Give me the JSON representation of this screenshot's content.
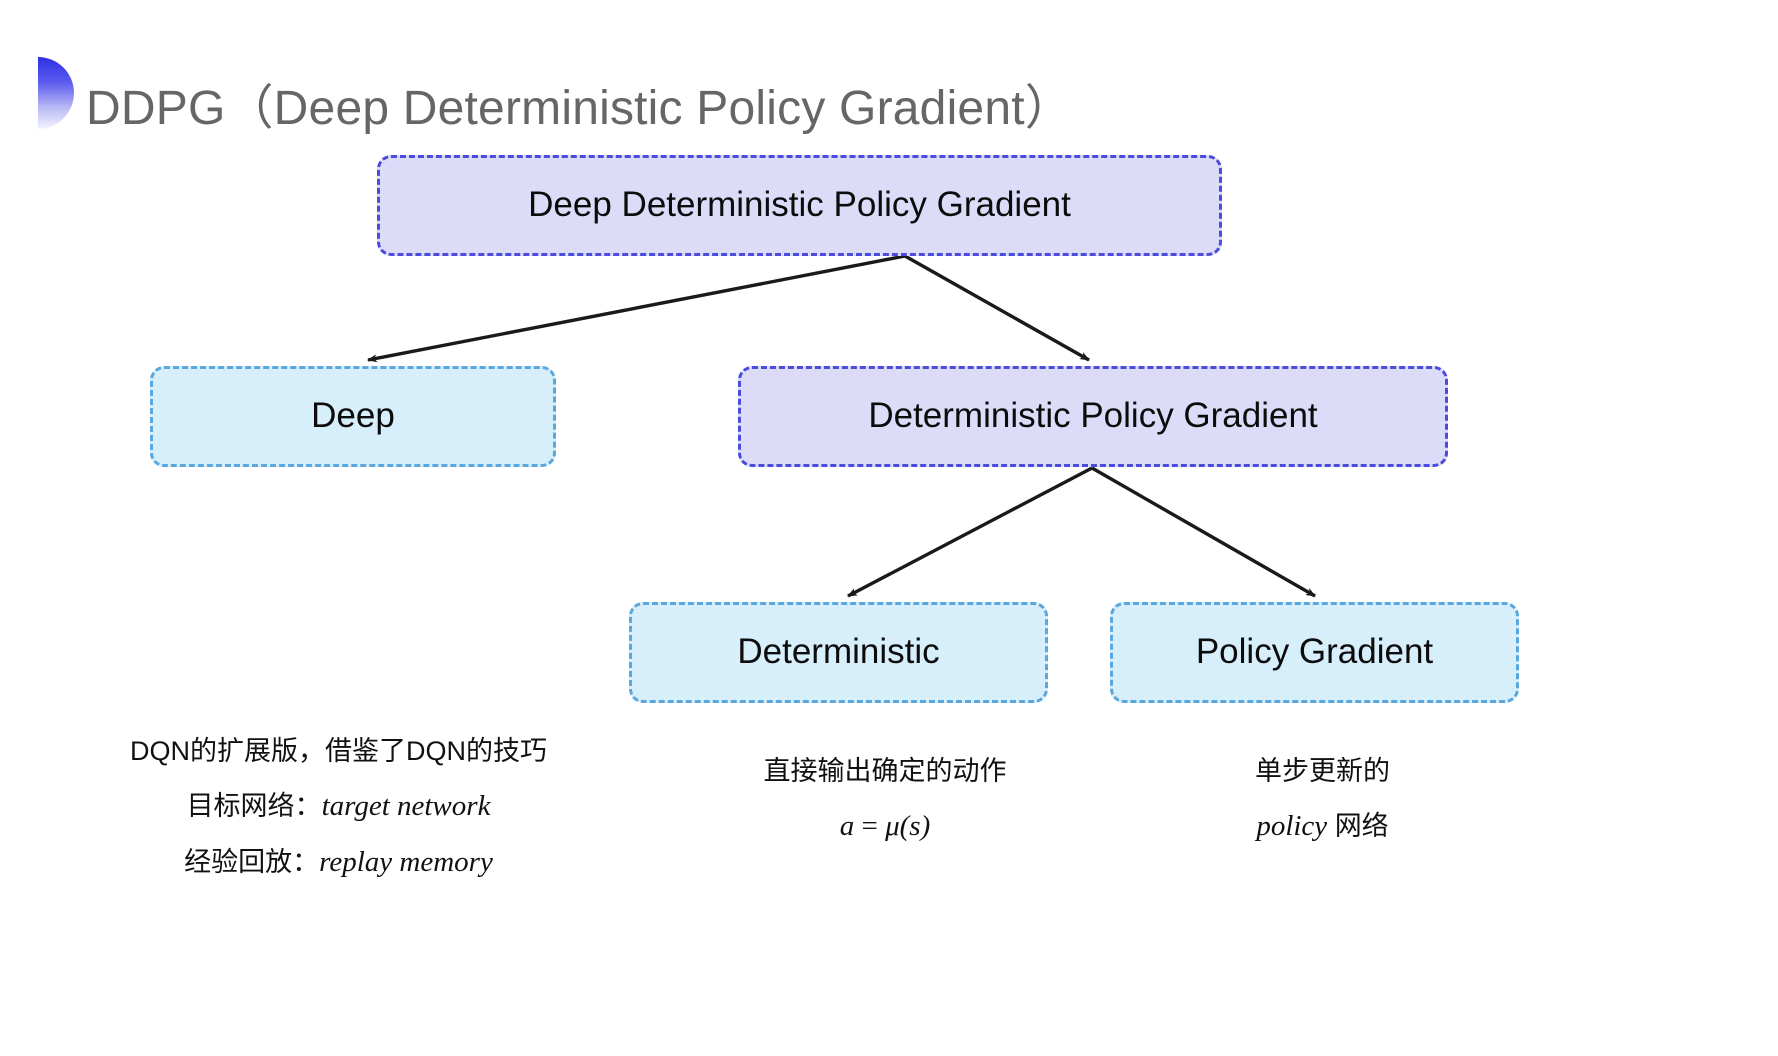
{
  "slide": {
    "title": "DDPG（Deep Deterministic Policy Gradient）",
    "accent_icon": "half-circle-gradient-accent",
    "background_color": "#ffffff",
    "title_color": "#666666"
  },
  "colors": {
    "purple_fill": "#dcdcf8",
    "purple_border": "#4b4bdd",
    "blue_fill": "#d7eefb",
    "blue_border": "#59a7dd",
    "arrow": "#1a1a1a",
    "text": "#0c0c0c"
  },
  "diagram": {
    "type": "tree",
    "nodes": [
      {
        "id": "ddpg",
        "label": "Deep Deterministic Policy Gradient",
        "style": "purple",
        "level": 0
      },
      {
        "id": "deep",
        "label": "Deep",
        "style": "blue",
        "level": 1
      },
      {
        "id": "dpg",
        "label": "Deterministic Policy Gradient",
        "style": "purple",
        "level": 1
      },
      {
        "id": "deterministic",
        "label": "Deterministic",
        "style": "blue",
        "level": 2
      },
      {
        "id": "policy_gradient",
        "label": "Policy Gradient",
        "style": "blue",
        "level": 2
      }
    ],
    "edges": [
      {
        "from": "ddpg",
        "to": "deep",
        "arrow": true
      },
      {
        "from": "ddpg",
        "to": "dpg",
        "arrow": true
      },
      {
        "from": "dpg",
        "to": "deterministic",
        "arrow": true
      },
      {
        "from": "dpg",
        "to": "policy_gradient",
        "arrow": true
      }
    ]
  },
  "annotations": {
    "left": {
      "for_node": "deep",
      "line1": "DQN的扩展版，借鉴了DQN的技巧",
      "line2_prefix": "目标网络：",
      "line2_term": "target network",
      "line3_prefix": "经验回放：",
      "line3_term": "replay memory"
    },
    "middle": {
      "for_node": "deterministic",
      "line1": "直接输出确定的动作",
      "formula_lhs": "a",
      "formula_eq": "=",
      "formula_rhs": "μ(s)"
    },
    "right": {
      "for_node": "policy_gradient",
      "line1": "单步更新的",
      "line2_term": "policy",
      "line2_suffix": "网络"
    }
  }
}
